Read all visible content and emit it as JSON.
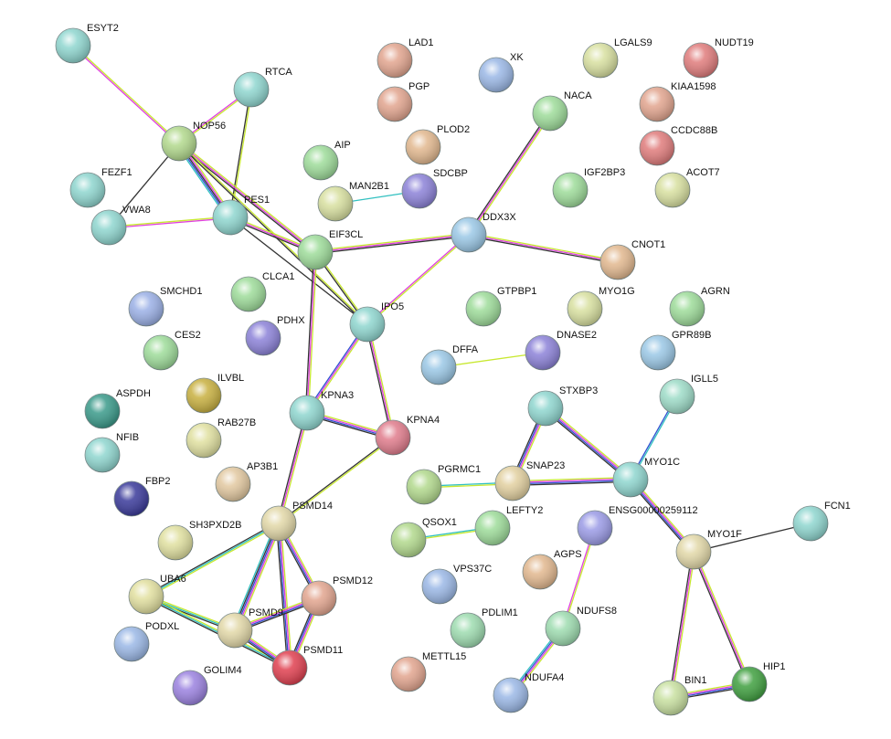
{
  "nodes": [
    {
      "id": "ESYT2",
      "color": "#8fd6cf"
    },
    {
      "id": "RTCA",
      "color": "#8fd6cf"
    },
    {
      "id": "NOP56",
      "color": "#b2d98d"
    },
    {
      "id": "FEZF1",
      "color": "#8fd6cf"
    },
    {
      "id": "VWA8",
      "color": "#8fd6cf"
    },
    {
      "id": "PES1",
      "color": "#8fd6cf"
    },
    {
      "id": "LAD1",
      "color": "#e2a58f"
    },
    {
      "id": "PGP",
      "color": "#e2a58f"
    },
    {
      "id": "XK",
      "color": "#9bb8e6"
    },
    {
      "id": "LGALS9",
      "color": "#d8e0a0"
    },
    {
      "id": "NUDT19",
      "color": "#e07c7c"
    },
    {
      "id": "KIAA1598",
      "color": "#e2a58f"
    },
    {
      "id": "NACA",
      "color": "#9edc9a"
    },
    {
      "id": "PLOD2",
      "color": "#e2b88f"
    },
    {
      "id": "AIP",
      "color": "#9edc9a"
    },
    {
      "id": "CCDC88B",
      "color": "#e07c7c"
    },
    {
      "id": "SDCBP",
      "color": "#8c82d8"
    },
    {
      "id": "MAN2B1",
      "color": "#d8e0a0"
    },
    {
      "id": "IGF2BP3",
      "color": "#9edc9a"
    },
    {
      "id": "ACOT7",
      "color": "#d8e0a0"
    },
    {
      "id": "DDX3X",
      "color": "#9bc8e6"
    },
    {
      "id": "EIF3CL",
      "color": "#9edc9a"
    },
    {
      "id": "CNOT1",
      "color": "#e2b88f"
    },
    {
      "id": "SMCHD1",
      "color": "#9bb0e6"
    },
    {
      "id": "CLCA1",
      "color": "#9edc9a"
    },
    {
      "id": "GTPBP1",
      "color": "#9edc9a"
    },
    {
      "id": "MYO1G",
      "color": "#d8e0a0"
    },
    {
      "id": "AGRN",
      "color": "#9edc9a"
    },
    {
      "id": "PDHX",
      "color": "#8c82d8"
    },
    {
      "id": "IPO5",
      "color": "#8fd6cf"
    },
    {
      "id": "CES2",
      "color": "#9edc9a"
    },
    {
      "id": "DNASE2",
      "color": "#8c82d8"
    },
    {
      "id": "GPR89B",
      "color": "#9bc8e6"
    },
    {
      "id": "DFFA",
      "color": "#9bc8e6"
    },
    {
      "id": "ILVBL",
      "color": "#c8b040"
    },
    {
      "id": "ASPDH",
      "color": "#3a9a8a"
    },
    {
      "id": "STXBP3",
      "color": "#8fd6cf"
    },
    {
      "id": "IGLL5",
      "color": "#9edcc8"
    },
    {
      "id": "KPNA3",
      "color": "#8fd6cf"
    },
    {
      "id": "KPNA4",
      "color": "#e07c8c"
    },
    {
      "id": "RAB27B",
      "color": "#e0e0a0"
    },
    {
      "id": "NFIB",
      "color": "#8fd6cf"
    },
    {
      "id": "AP3B1",
      "color": "#e2c8a0"
    },
    {
      "id": "PGRMC1",
      "color": "#b2d98d"
    },
    {
      "id": "SNAP23",
      "color": "#e2d0a0"
    },
    {
      "id": "MYO1C",
      "color": "#8fd6cf"
    },
    {
      "id": "FBP2",
      "color": "#3a3a9a"
    },
    {
      "id": "PSMD14",
      "color": "#e2d8a8"
    },
    {
      "id": "LEFTY2",
      "color": "#9edc9a"
    },
    {
      "id": "ENSG00000259112",
      "color": "#9b9be6"
    },
    {
      "id": "FCN1",
      "color": "#8fd6cf"
    },
    {
      "id": "QSOX1",
      "color": "#b2d98d"
    },
    {
      "id": "MYO1F",
      "color": "#e2d8a8"
    },
    {
      "id": "SH3PXD2B",
      "color": "#e0e0a0"
    },
    {
      "id": "AGPS",
      "color": "#e2b88f"
    },
    {
      "id": "VPS37C",
      "color": "#9bb8e6"
    },
    {
      "id": "UBA6",
      "color": "#e2e0a0"
    },
    {
      "id": "PSMD12",
      "color": "#e2a58f"
    },
    {
      "id": "PDLIM1",
      "color": "#9edcb0"
    },
    {
      "id": "NDUFS8",
      "color": "#9edcb0"
    },
    {
      "id": "PODXL",
      "color": "#9bb8e6"
    },
    {
      "id": "PSMD9",
      "color": "#e2d8a8"
    },
    {
      "id": "PSMD11",
      "color": "#e04050"
    },
    {
      "id": "METTL15",
      "color": "#e2a58f"
    },
    {
      "id": "NDUFA4",
      "color": "#9bb8e6"
    },
    {
      "id": "GOLIM4",
      "color": "#9b82e0"
    },
    {
      "id": "BIN1",
      "color": "#c8e0a0"
    },
    {
      "id": "HIP1",
      "color": "#40a040"
    }
  ],
  "edges": [
    {
      "source": "ESYT2",
      "target": "NOP56",
      "colors": [
        "#c8e830",
        "#e040e0"
      ]
    },
    {
      "source": "RTCA",
      "target": "NOP56",
      "colors": [
        "#c8e830",
        "#e040e0"
      ]
    },
    {
      "source": "RTCA",
      "target": "PES1",
      "colors": [
        "#c8e830",
        "#333333"
      ]
    },
    {
      "source": "NOP56",
      "target": "VWA8",
      "colors": [
        "#333333"
      ]
    },
    {
      "source": "NOP56",
      "target": "PES1",
      "colors": [
        "#c8e830",
        "#e040e0",
        "#333333",
        "#3050d0",
        "#30c0c0"
      ]
    },
    {
      "source": "NOP56",
      "target": "EIF3CL",
      "colors": [
        "#c8e830",
        "#e040e0",
        "#333333"
      ]
    },
    {
      "source": "NOP56",
      "target": "IPO5",
      "colors": [
        "#c8e830",
        "#333333"
      ]
    },
    {
      "source": "VWA8",
      "target": "PES1",
      "colors": [
        "#c8e830",
        "#e040e0"
      ]
    },
    {
      "source": "PES1",
      "target": "EIF3CL",
      "colors": [
        "#c8e830",
        "#e040e0",
        "#333333"
      ]
    },
    {
      "source": "PES1",
      "target": "IPO5",
      "colors": [
        "#333333"
      ]
    },
    {
      "source": "MAN2B1",
      "target": "SDCBP",
      "colors": [
        "#30c0c0"
      ]
    },
    {
      "source": "NACA",
      "target": "DDX3X",
      "colors": [
        "#c8e830",
        "#e040e0",
        "#333333"
      ]
    },
    {
      "source": "EIF3CL",
      "target": "DDX3X",
      "colors": [
        "#c8e830",
        "#e040e0",
        "#333333"
      ]
    },
    {
      "source": "EIF3CL",
      "target": "IPO5",
      "colors": [
        "#c8e830",
        "#333333"
      ]
    },
    {
      "source": "EIF3CL",
      "target": "KPNA3",
      "colors": [
        "#c8e830",
        "#e040e0",
        "#333333"
      ]
    },
    {
      "source": "DDX3X",
      "target": "CNOT1",
      "colors": [
        "#c8e830",
        "#e040e0",
        "#333333"
      ]
    },
    {
      "source": "DDX3X",
      "target": "IPO5",
      "colors": [
        "#c8e830",
        "#e040e0"
      ]
    },
    {
      "source": "IPO5",
      "target": "KPNA3",
      "colors": [
        "#c8e830",
        "#e040e0",
        "#3050d0"
      ]
    },
    {
      "source": "IPO5",
      "target": "KPNA4",
      "colors": [
        "#c8e830",
        "#e040e0",
        "#333333"
      ]
    },
    {
      "source": "DFFA",
      "target": "DNASE2",
      "colors": [
        "#c8e830"
      ]
    },
    {
      "source": "KPNA3",
      "target": "KPNA4",
      "colors": [
        "#c8e830",
        "#e040e0",
        "#3050d0",
        "#333333"
      ]
    },
    {
      "source": "KPNA3",
      "target": "PSMD14",
      "colors": [
        "#c8e830",
        "#e040e0",
        "#333333"
      ]
    },
    {
      "source": "KPNA4",
      "target": "PSMD14",
      "colors": [
        "#c8e830",
        "#333333"
      ]
    },
    {
      "source": "STXBP3",
      "target": "SNAP23",
      "colors": [
        "#c8e830",
        "#e040e0",
        "#3050d0",
        "#333333"
      ]
    },
    {
      "source": "STXBP3",
      "target": "MYO1C",
      "colors": [
        "#c8e830",
        "#e040e0",
        "#3050d0",
        "#333333"
      ]
    },
    {
      "source": "IGLL5",
      "target": "MYO1C",
      "colors": [
        "#30c0c0",
        "#3050d0"
      ]
    },
    {
      "source": "PGRMC1",
      "target": "SNAP23",
      "colors": [
        "#30c0c0",
        "#c8e830"
      ]
    },
    {
      "source": "SNAP23",
      "target": "MYO1C",
      "colors": [
        "#c8e830",
        "#e040e0",
        "#3050d0",
        "#333333"
      ]
    },
    {
      "source": "MYO1C",
      "target": "MYO1F",
      "colors": [
        "#c8e830",
        "#e040e0",
        "#3050d0",
        "#333333"
      ]
    },
    {
      "source": "QSOX1",
      "target": "LEFTY2",
      "colors": [
        "#30c0c0",
        "#c8e830"
      ]
    },
    {
      "source": "ENSG00000259112",
      "target": "NDUFS8",
      "colors": [
        "#c8e830",
        "#e040e0"
      ]
    },
    {
      "source": "MYO1F",
      "target": "FCN1",
      "colors": [
        "#333333"
      ]
    },
    {
      "source": "MYO1F",
      "target": "BIN1",
      "colors": [
        "#c8e830",
        "#e040e0",
        "#333333"
      ]
    },
    {
      "source": "MYO1F",
      "target": "HIP1",
      "colors": [
        "#c8e830",
        "#e040e0",
        "#333333"
      ]
    },
    {
      "source": "BIN1",
      "target": "HIP1",
      "colors": [
        "#c8e830",
        "#e040e0",
        "#3050d0",
        "#333333"
      ]
    },
    {
      "source": "NDUFS8",
      "target": "NDUFA4",
      "colors": [
        "#c8e830",
        "#e040e0",
        "#3050d0",
        "#30c0c0"
      ]
    },
    {
      "source": "PSMD14",
      "target": "UBA6",
      "colors": [
        "#c8e830",
        "#30c0c0",
        "#333333"
      ]
    },
    {
      "source": "PSMD14",
      "target": "PSMD9",
      "colors": [
        "#c8e830",
        "#e040e0",
        "#3050d0",
        "#333333",
        "#30c0c0"
      ]
    },
    {
      "source": "PSMD14",
      "target": "PSMD12",
      "colors": [
        "#c8e830",
        "#e040e0",
        "#3050d0",
        "#333333"
      ]
    },
    {
      "source": "PSMD14",
      "target": "PSMD11",
      "colors": [
        "#c8e830",
        "#e040e0",
        "#3050d0",
        "#333333"
      ]
    },
    {
      "source": "UBA6",
      "target": "PSMD9",
      "colors": [
        "#c8e830",
        "#30c0c0",
        "#333333"
      ]
    },
    {
      "source": "UBA6",
      "target": "PSMD11",
      "colors": [
        "#c8e830",
        "#30c0c0",
        "#333333"
      ]
    },
    {
      "source": "PSMD9",
      "target": "PSMD12",
      "colors": [
        "#c8e830",
        "#e040e0",
        "#3050d0",
        "#333333"
      ]
    },
    {
      "source": "PSMD9",
      "target": "PSMD11",
      "colors": [
        "#c8e830",
        "#e040e0",
        "#3050d0",
        "#333333"
      ]
    },
    {
      "source": "PSMD12",
      "target": "PSMD11",
      "colors": [
        "#c8e830",
        "#e040e0",
        "#3050d0",
        "#333333"
      ]
    }
  ]
}
